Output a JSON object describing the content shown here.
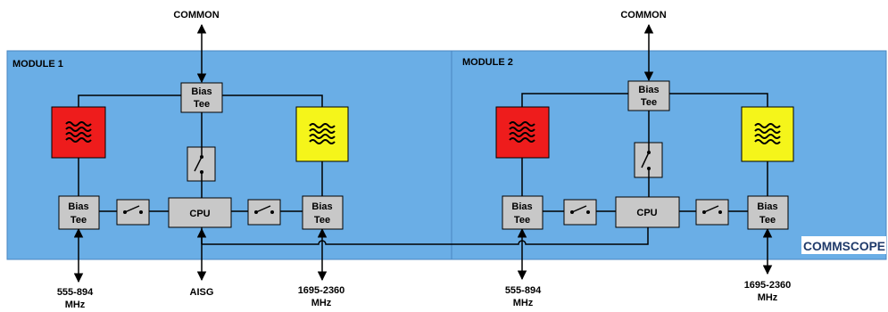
{
  "module1": {
    "title": "MODULE 1",
    "common_label": "COMMON",
    "bias_tee_top": [
      "Bias",
      "Tee"
    ],
    "bias_tee_left": [
      "Bias",
      "Tee"
    ],
    "bias_tee_right": [
      "Bias",
      "Tee"
    ],
    "cpu_label": "CPU",
    "port_left": [
      "555-894",
      "MHz"
    ],
    "port_center": "AISG",
    "port_right": [
      "1695-2360",
      "MHz"
    ]
  },
  "module2": {
    "title": "MODULE 2",
    "common_label": "COMMON",
    "bias_tee_top": [
      "Bias",
      "Tee"
    ],
    "bias_tee_left": [
      "Bias",
      "Tee"
    ],
    "bias_tee_right": [
      "Bias",
      "Tee"
    ],
    "cpu_label": "CPU",
    "port_left": [
      "555-894",
      "MHz"
    ],
    "port_right": [
      "1695-2360",
      "MHz"
    ]
  },
  "logo_text": "COMMSCOPE",
  "colors": {
    "module_bg": "#6aaee6",
    "low_band_filter": "#ee1c1c",
    "high_band_filter": "#f5f51a",
    "component_gray": "#c8c8c8"
  },
  "icons": {
    "filter": "bandpass-filter-icon",
    "switch": "switch-icon",
    "arrow": "double-arrow-icon"
  }
}
